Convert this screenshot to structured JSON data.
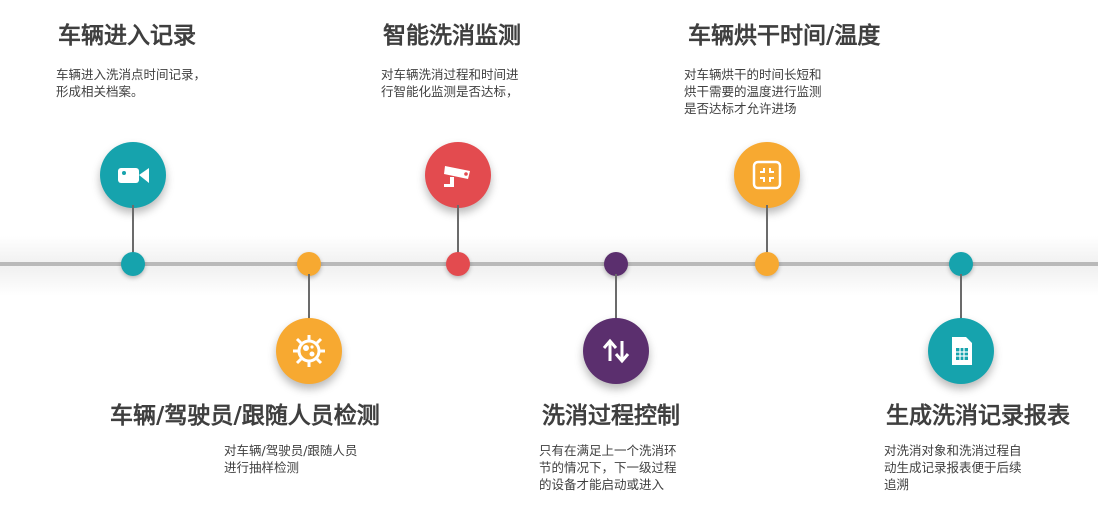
{
  "colors": {
    "teal": "#16a3ad",
    "orange": "#f7a931",
    "red": "#e34b4f",
    "purple": "#5b2f6e",
    "line": "#b9b9b9"
  },
  "steps": [
    {
      "title": "车辆进入记录",
      "desc": [
        "车辆进入洗消点时间记录，",
        "形成相关档案。"
      ],
      "icon": "video-camera-icon"
    },
    {
      "title": "车辆/驾驶员/跟随人员检测",
      "desc": [
        "对车辆/驾驶员/跟随人员",
        "进行抽样检测"
      ],
      "icon": "virus-icon"
    },
    {
      "title": "智能洗消监测",
      "desc": [
        "对车辆洗消过程和时间进",
        "行智能化监测是否达标，"
      ],
      "icon": "security-camera-icon"
    },
    {
      "title": "洗消过程控制",
      "desc": [
        "只有在满足上一个洗消环",
        "节的情况下，下一级过程",
        "的设备才能启动或进入"
      ],
      "icon": "exchange-arrows-icon"
    },
    {
      "title": "车辆烘干时间/温度",
      "desc": [
        "对车辆烘干的时间长短和",
        "烘干需要的温度进行监测",
        "是否达标才允许进场"
      ],
      "icon": "shrink-icon"
    },
    {
      "title": "生成洗消记录报表",
      "desc": [
        "对洗消对象和洗消过程自",
        "动生成记录报表便于后续",
        "追溯"
      ],
      "icon": "spreadsheet-icon"
    }
  ]
}
